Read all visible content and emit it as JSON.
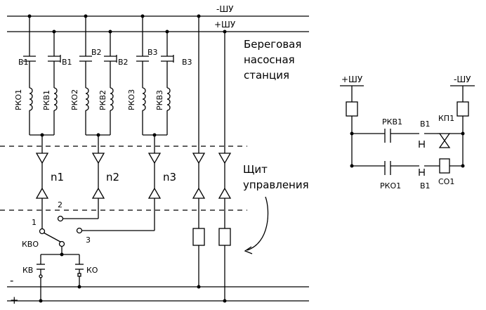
{
  "labels": {
    "minus_shu": "-ШУ",
    "plus_shu": "+ШУ",
    "station_l1": "Береговая",
    "station_l2": "насосная",
    "station_l3": "станция",
    "panel_l1": "Щит",
    "panel_l2": "управления",
    "b1": "B1",
    "b2": "B2",
    "b3": "B3",
    "rko1": "РКО1",
    "rkv1": "РКВ1",
    "rko2": "РКО2",
    "rkv2": "РКВ2",
    "rko3": "РКО3",
    "rkv3": "РКВ3",
    "n1": "n1",
    "n2": "n2",
    "n3": "n3",
    "pos1": "1",
    "pos2": "2",
    "pos3": "3",
    "kvo": "КВО",
    "kv": "КВ",
    "ko": "КО",
    "plus": "+",
    "minus": "-",
    "r_plus_shu": "+ШУ",
    "r_minus_shu": "-ШУ",
    "r_rkv1": "РКВ1",
    "r_b1_top": "B1",
    "r_kp1": "КП1",
    "r_rko1": "РКО1",
    "r_b1_bot": "B1",
    "r_co1": "CO1"
  }
}
